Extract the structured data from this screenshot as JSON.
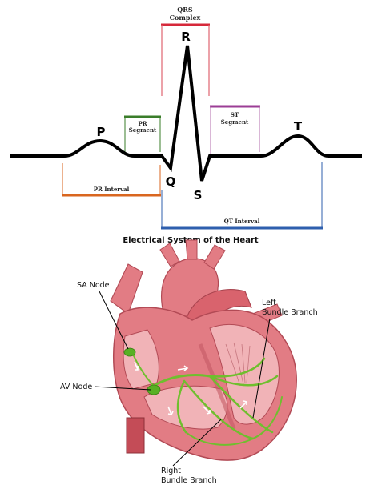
{
  "ecg": {
    "waves": {
      "p": "P",
      "q": "Q",
      "r": "R",
      "s": "S",
      "t": "T"
    },
    "qrs_complex": [
      "QRS",
      "Complex"
    ],
    "pr_segment": [
      "PR",
      "Segment"
    ],
    "st_segment": [
      "ST",
      "Segment"
    ],
    "pr_interval": "PR Interval",
    "qt_interval": "QT Interval",
    "colors": {
      "qrs": "#d6283a",
      "pr_segment": "#3a7d2a",
      "st_segment": "#9b3d95",
      "pr_interval": "#d9661f",
      "qt_interval": "#2f5fae",
      "trace": "#000000"
    }
  },
  "heart": {
    "title": "Electrical System of the Heart",
    "labels": {
      "sa_node": "SA Node",
      "av_node": "AV Node",
      "left_bundle": [
        "Left",
        "Bundle Branch"
      ],
      "right_bundle": [
        "Right",
        "Bundle Branch"
      ]
    },
    "colors": {
      "muscle": "#e27c84",
      "muscle_dark": "#b24a55",
      "chamber": "#f1b3b7",
      "conduction": "#6fbf2e"
    }
  }
}
